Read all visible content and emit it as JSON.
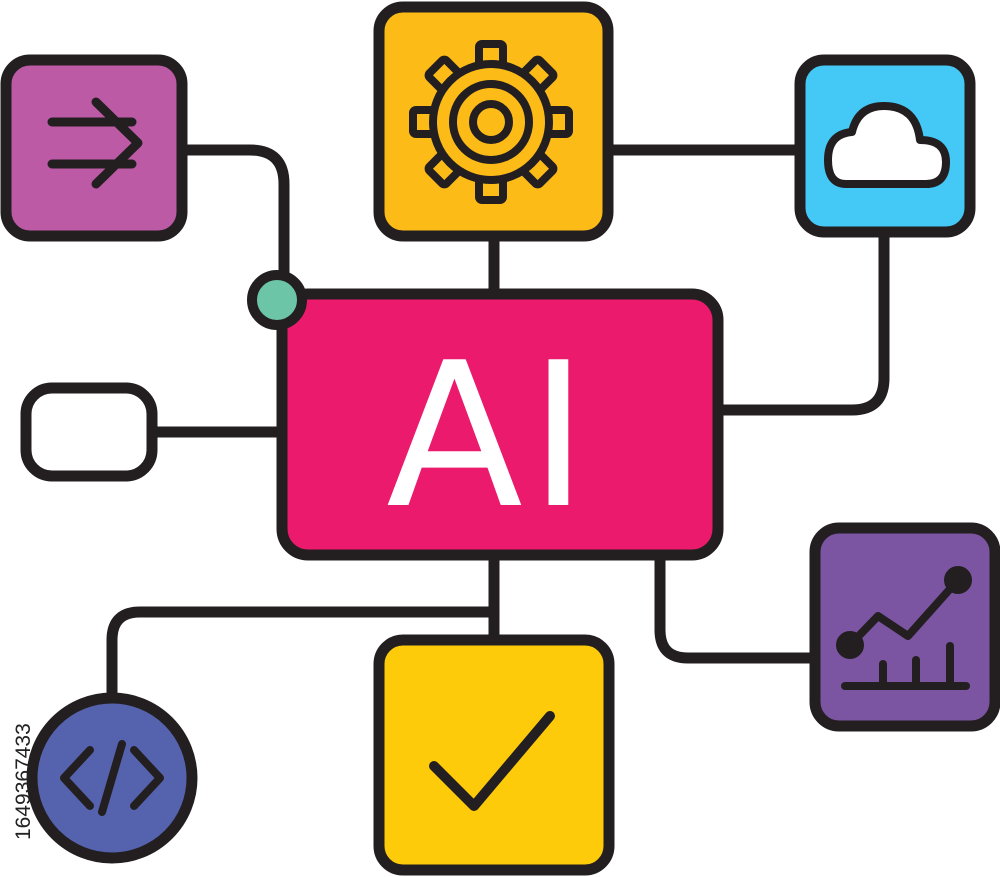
{
  "center": {
    "label": "AI",
    "color": "#ec1a6c"
  },
  "nodes": [
    {
      "id": "gear",
      "icon": "gear-icon",
      "color": "#fdbb18"
    },
    {
      "id": "arrow",
      "icon": "arrow-right-icon",
      "color": "#bd5aa6"
    },
    {
      "id": "cloud",
      "icon": "cloud-icon",
      "color": "#44c8f5"
    },
    {
      "id": "pill",
      "icon": "blank-pill",
      "color": "#ffffff"
    },
    {
      "id": "analytics",
      "icon": "line-chart-icon",
      "color": "#7b54a2"
    },
    {
      "id": "check",
      "icon": "checkmark-icon",
      "color": "#fecb0a"
    },
    {
      "id": "code",
      "icon": "code-icon",
      "color": "#5562ad"
    },
    {
      "id": "junction",
      "icon": "junction-dot",
      "color": "#6dc5a8"
    }
  ],
  "outline_color": "#231f20",
  "stock_id": "1649367433"
}
